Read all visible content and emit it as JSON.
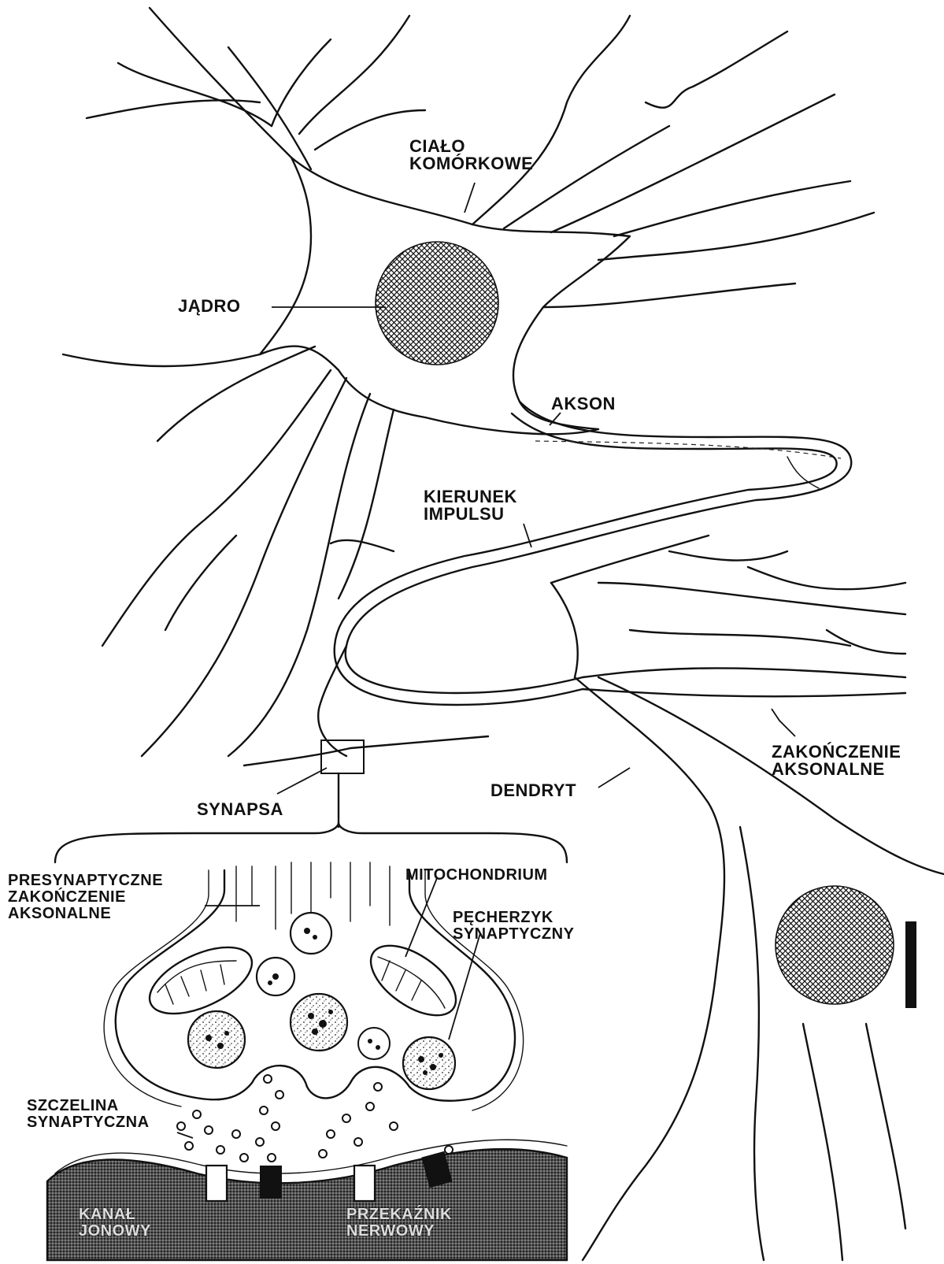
{
  "labels": {
    "cialo": "CIAŁO\nKOMÓRKOWE",
    "jadro": "JĄDRO",
    "akson": "AKSON",
    "kierunek": "KIERUNEK\nIMPULSU",
    "zakonczenie_aksonalne": "ZAKOŃCZENIE\nAKSONALNE",
    "dendryt": "DENDRYT",
    "synapsa": "SYNAPSA",
    "presynaptyczne": "PRESYNAPTYCZNE\nZAKOŃCZENIE\nAKSONALNE",
    "mitochondrium": "MITOCHONDRIUM",
    "pecherzyk": "PĘCHERZYK\nSYNAPTYCZNY",
    "szczelina": "SZCZELINA\nSYNAPTYCZNA",
    "kanal": "KANAŁ\nJONOWY",
    "przekaznik": "PRZEKAŹNIK\nNERWOWY"
  },
  "colors": {
    "ink": "#111111",
    "paper": "#ffffff"
  }
}
